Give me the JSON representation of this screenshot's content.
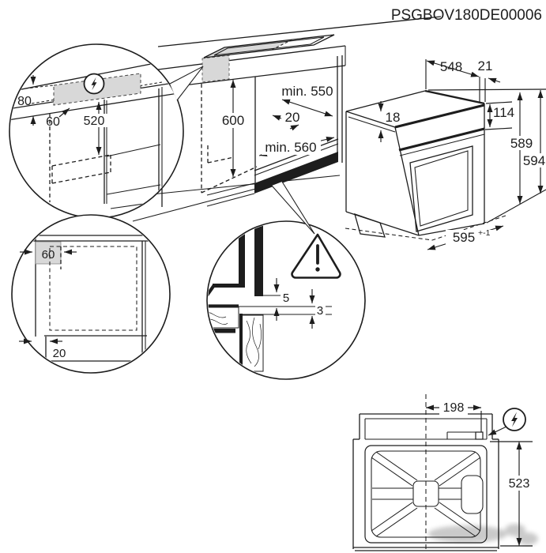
{
  "title": "PSGBOV180DE00006",
  "colors": {
    "line": "#1d1d1d",
    "shade": "#d8d8d8"
  },
  "main_view": {
    "niche_height": "600",
    "niche_depth": "min. 550",
    "front_gap": "20",
    "niche_width": "min. 560"
  },
  "detail_connection": {
    "clearance_height": "80",
    "box_depth": "60",
    "drop_height": "520",
    "icon": "power-supply"
  },
  "detail_side_section": {
    "top_clearance": "60",
    "plinth_recess": "20"
  },
  "detail_gap_section": {
    "upper_gap": "5",
    "lower_gap": "3",
    "icon": "warning"
  },
  "oven_view": {
    "depth": "548",
    "front_frame": "21",
    "top_gap": "18",
    "panel_height": "114",
    "height_body": "589",
    "height_total": "594",
    "width": "595",
    "width_tolerance": "+-1"
  },
  "rear_view": {
    "connection_offset": "198",
    "connection_height": "523",
    "icon": "power-supply"
  }
}
